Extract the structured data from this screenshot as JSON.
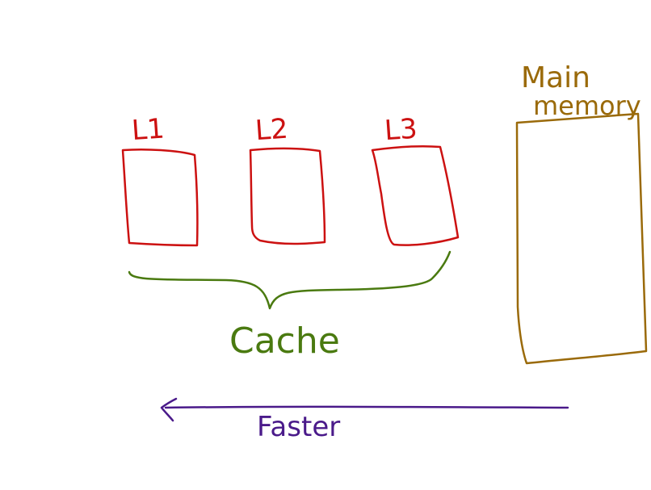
{
  "diagram": {
    "cache_levels": [
      {
        "label": "L1"
      },
      {
        "label": "L2"
      },
      {
        "label": "L3"
      }
    ],
    "cache_label": "Cache",
    "main_memory_label_line1": "Main",
    "main_memory_label_line2": "memory",
    "arrow_label": "Faster"
  },
  "colors": {
    "cache_boxes": "#cc1111",
    "brace": "#4a7a10",
    "main_memory": "#9a6a0a",
    "arrow": "#4a1a8a",
    "background": "#ffffff"
  }
}
